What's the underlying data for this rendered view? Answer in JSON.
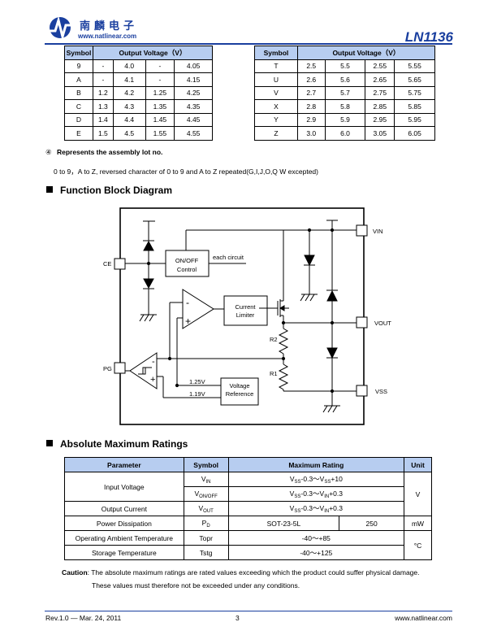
{
  "header": {
    "company_cn": "南麟电子",
    "website": "www.natlinear.com",
    "part_number": "LN1136"
  },
  "code_table_left": {
    "headers": [
      "Symbol",
      "Output Voltage（V）"
    ],
    "rows": [
      [
        "9",
        "-",
        "4.0",
        "-",
        "4.05"
      ],
      [
        "A",
        "-",
        "4.1",
        "-",
        "4.15"
      ],
      [
        "B",
        "1.2",
        "4.2",
        "1.25",
        "4.25"
      ],
      [
        "C",
        "1.3",
        "4.3",
        "1.35",
        "4.35"
      ],
      [
        "D",
        "1.4",
        "4.4",
        "1.45",
        "4.45"
      ],
      [
        "E",
        "1.5",
        "4.5",
        "1.55",
        "4.55"
      ]
    ]
  },
  "code_table_right": {
    "headers": [
      "Symbol",
      "Output Voltage（V）"
    ],
    "rows": [
      [
        "T",
        "2.5",
        "5.5",
        "2.55",
        "5.55"
      ],
      [
        "U",
        "2.6",
        "5.6",
        "2.65",
        "5.65"
      ],
      [
        "V",
        "2.7",
        "5.7",
        "2.75",
        "5.75"
      ],
      [
        "X",
        "2.8",
        "5.8",
        "2.85",
        "5.85"
      ],
      [
        "Y",
        "2.9",
        "5.9",
        "2.95",
        "5.95"
      ],
      [
        "Z",
        "3.0",
        "6.0",
        "3.05",
        "6.05"
      ]
    ]
  },
  "lot_note": {
    "marker": "④",
    "title": "Represents the assembly lot no.",
    "text": "0 to 9，A to Z, reversed character of 0 to 9 and A to Z repeated(G,I,J,O,Q W excepted)"
  },
  "block_diagram": {
    "heading": "Function Block Diagram",
    "pins": {
      "vin": "VIN",
      "vout": "VOUT",
      "vss": "VSS",
      "ce": "CE",
      "pg": "PG"
    },
    "onoff_line1": "ON/OFF",
    "onoff_line2": "Control",
    "each_circuit": "each circuit",
    "limiter_line1": "Current",
    "limiter_line2": "Limiter",
    "vref_line1": "Voltage",
    "vref_line2": "Reference",
    "r2": "R2",
    "r1": "R1",
    "v125": "1.25V",
    "v119": "1.19V",
    "minus": "-",
    "plus": "+"
  },
  "ratings": {
    "heading": "Absolute Maximum Ratings",
    "headers": {
      "parameter": "Parameter",
      "symbol": "Symbol",
      "rating": "Maximum Rating",
      "unit": "Unit"
    },
    "input_voltage": "Input Voltage",
    "sym_vin": "V",
    "sym_vin_sub": "IN",
    "sym_von": "V",
    "sym_von_sub": "ON/OFF",
    "rate_vin_a": "V",
    "rate_vin_a_sub": "SS",
    "rate_vin_b": "-0.3～V",
    "rate_vin_c_sub": "SS",
    "rate_vin_d": "+10",
    "rate_von_a": "V",
    "rate_von_a_sub": "SS",
    "rate_von_b": "-0.3～V",
    "rate_von_c_sub": "IN",
    "rate_von_d": "+0.3",
    "unit_v": "V",
    "output_current": "Output Current",
    "sym_vout": "V",
    "sym_vout_sub": "OUT",
    "rate_vout_a": "V",
    "rate_vout_a_sub": "SS",
    "rate_vout_b": "-0.3～V",
    "rate_vout_c_sub": "IN",
    "rate_vout_d": "+0.3",
    "power_dissipation": "Power Dissipation",
    "sym_pd": "P",
    "sym_pd_sub": "D",
    "package": "SOT-23-5L",
    "pd_value": "250",
    "unit_mw": "mW",
    "op_temp": "Operating Ambient Temperature",
    "sym_topr": "Topr",
    "rate_topr": "-40～+85",
    "storage_temp": "Storage Temperature",
    "sym_tstg": "Tstg",
    "rate_tstg": "-40～+125",
    "unit_c": "°C"
  },
  "caution": {
    "label": "Caution",
    "line1": ": The absolute maximum ratings are rated values exceeding which the product could suffer physical damage.",
    "line2": "These values must therefore not be exceeded under any conditions."
  },
  "footer": {
    "rev": "Rev.1.0 — Mar. 24, 2011",
    "page": "3",
    "website": "www.natlinear.com"
  },
  "colors": {
    "brand_blue": "#1a3f9f",
    "table_header": "#b7cdf0"
  }
}
